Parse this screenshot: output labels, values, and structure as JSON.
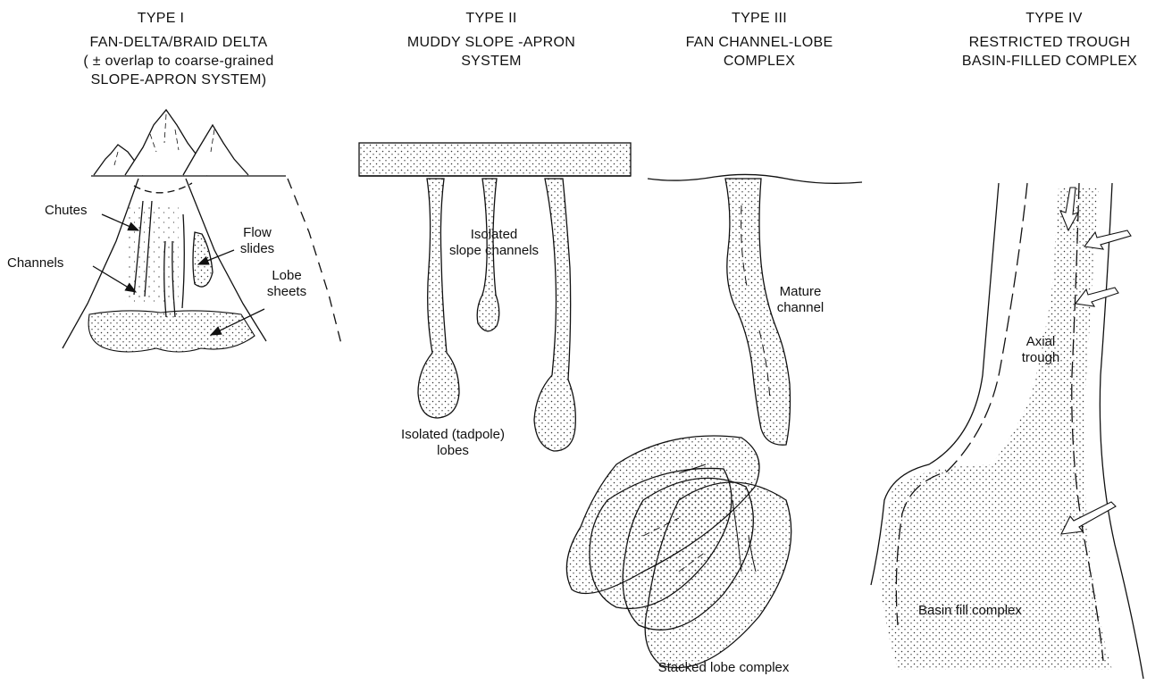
{
  "colors": {
    "ink": "#111111",
    "background": "#ffffff"
  },
  "columns": [
    {
      "type": "TYPE I",
      "name_lines": [
        "FAN-DELTA/BRAID DELTA",
        "( ± overlap to coarse-grained",
        "SLOPE-APRON SYSTEM)"
      ],
      "labels": {
        "chutes": "Chutes",
        "channels": "Channels",
        "flow_slides": [
          "Flow",
          "slides"
        ],
        "lobe_sheets": [
          "Lobe",
          "sheets"
        ]
      }
    },
    {
      "type": "TYPE II",
      "name_lines": [
        "MUDDY SLOPE -APRON",
        "SYSTEM"
      ],
      "labels": {
        "slope_channels": [
          "Isolated",
          "slope channels"
        ],
        "tadpole_lobes": [
          "Isolated (tadpole)",
          "lobes"
        ]
      }
    },
    {
      "type": "TYPE III",
      "name_lines": [
        "FAN CHANNEL-LOBE",
        "COMPLEX"
      ],
      "labels": {
        "mature_channel": [
          "Mature",
          "channel"
        ],
        "stacked_lobe": "Stacked lobe complex"
      }
    },
    {
      "type": "TYPE IV",
      "name_lines": [
        "RESTRICTED TROUGH",
        "BASIN-FILLED COMPLEX"
      ],
      "labels": {
        "axial_trough": [
          "Axial",
          "trough"
        ],
        "basin_fill": "Basin fill complex"
      }
    }
  ]
}
